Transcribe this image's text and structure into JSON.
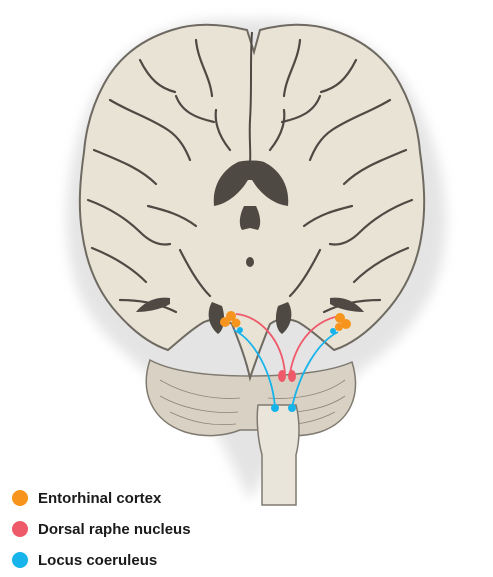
{
  "figure": {
    "legend": [
      {
        "label": "Entorhinal cortex",
        "color": "#f7941d",
        "icon": "orange-circle"
      },
      {
        "label": "Dorsal raphe nucleus",
        "color": "#ef5a6b",
        "icon": "red-circle"
      },
      {
        "label": "Locus coeruleus",
        "color": "#16b4ea",
        "icon": "blue-circle"
      }
    ],
    "colors": {
      "brain_fill": "#e9e3d6",
      "brain_outline": "#7f7a70",
      "sulcus": "#4e4a43",
      "white_matter": "#f1ece2",
      "halo": "#dcdcdc"
    }
  }
}
